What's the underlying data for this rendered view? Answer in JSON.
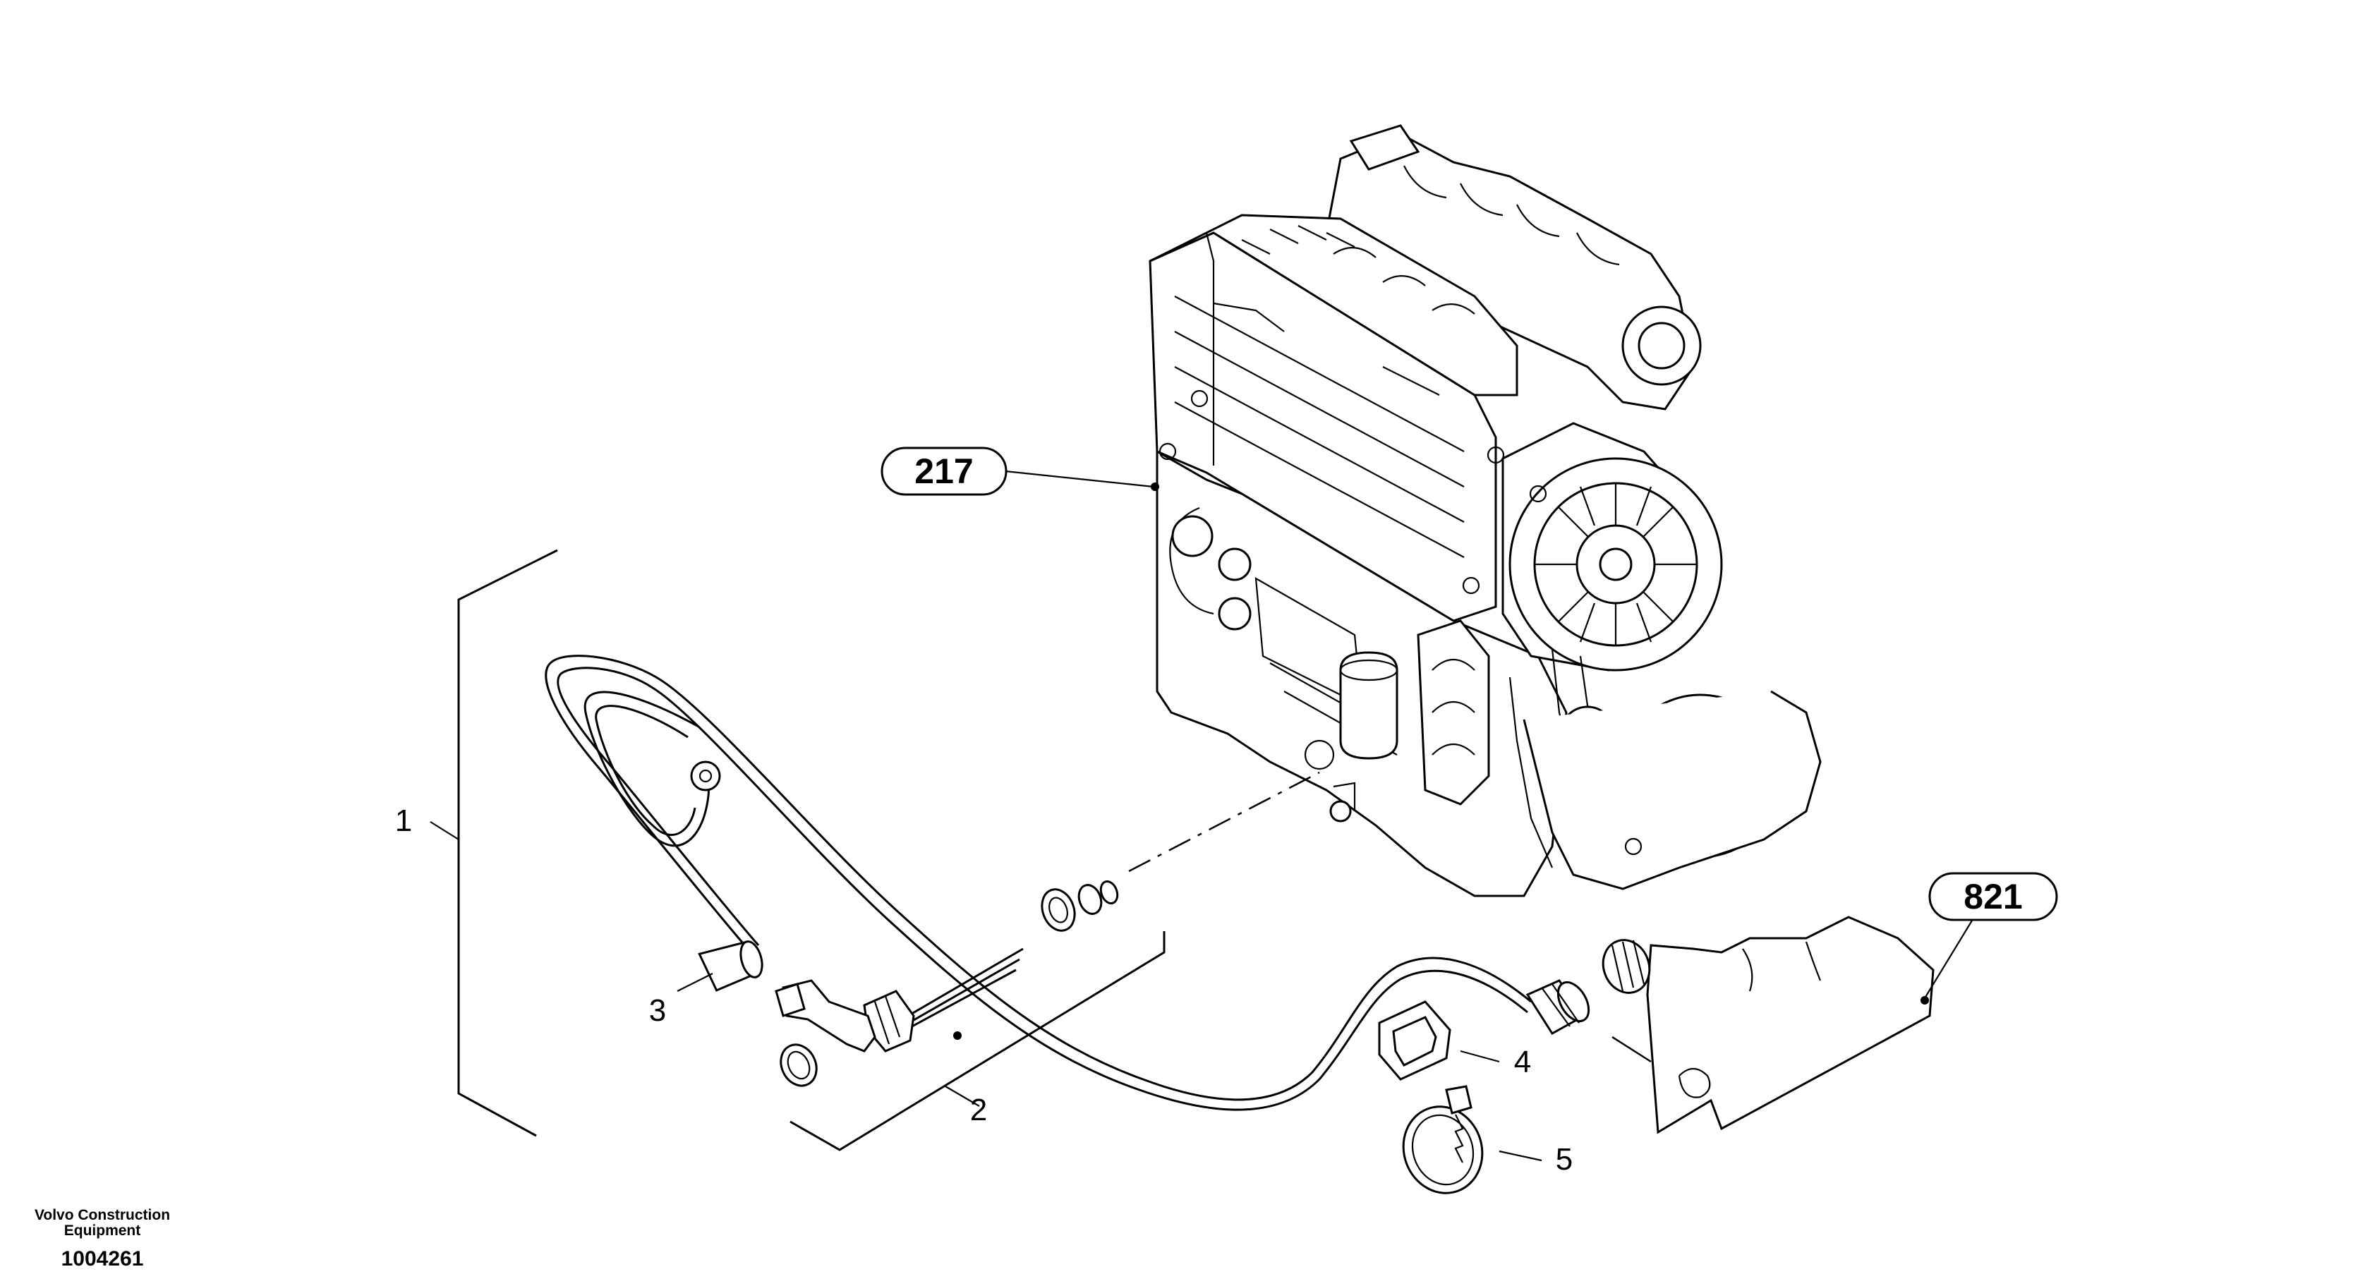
{
  "diagram": {
    "callouts": [
      {
        "number": "1"
      },
      {
        "number": "2"
      },
      {
        "number": "3"
      },
      {
        "number": "4"
      },
      {
        "number": "5"
      }
    ],
    "references": [
      {
        "number": "217"
      },
      {
        "number": "821"
      }
    ]
  },
  "footer": {
    "company_line1": "Volvo Construction",
    "company_line2": "Equipment",
    "document_number": "1004261"
  }
}
